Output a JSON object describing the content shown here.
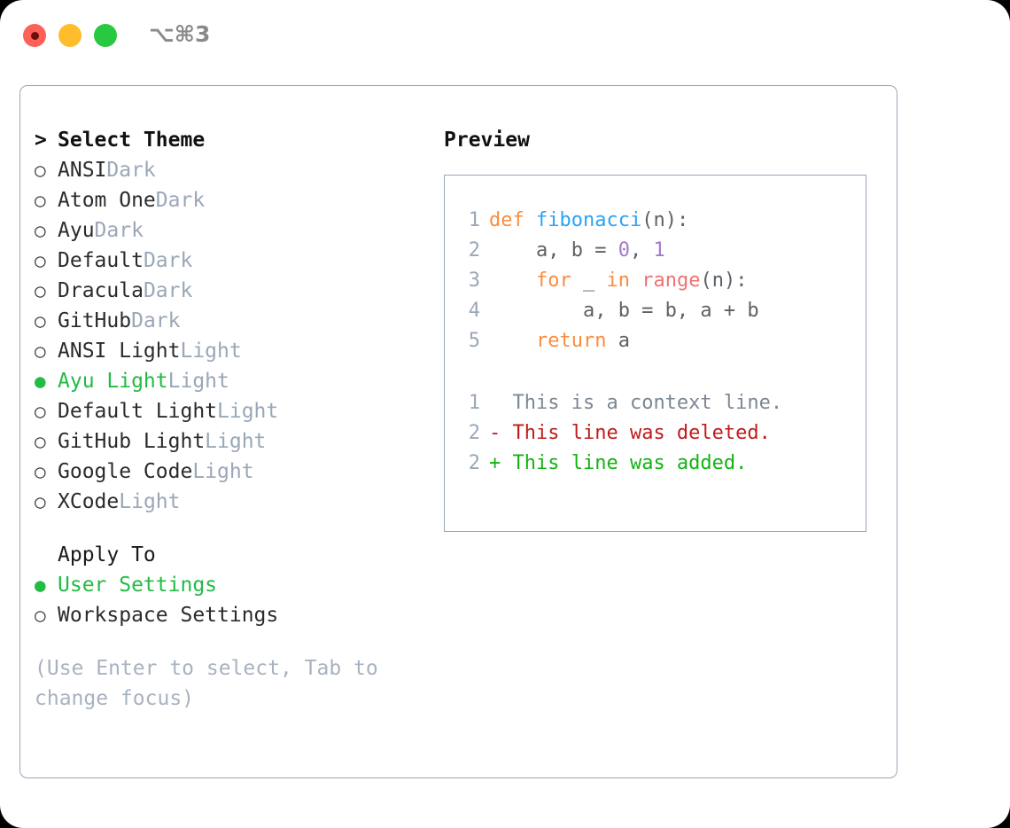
{
  "titlebar": {
    "shortcut": "⌥⌘3",
    "buttons": [
      {
        "name": "close",
        "color": "#ff6058"
      },
      {
        "name": "minimize",
        "color": "#ffbd2e"
      },
      {
        "name": "maximize",
        "color": "#28c840"
      }
    ]
  },
  "left": {
    "heading_marker": ">",
    "heading": "Select Theme",
    "themes": [
      {
        "marker": "○",
        "name": "ANSI",
        "kind": "Dark",
        "selected": false
      },
      {
        "marker": "○",
        "name": "Atom One",
        "kind": "Dark",
        "selected": false
      },
      {
        "marker": "○",
        "name": "Ayu",
        "kind": "Dark",
        "selected": false
      },
      {
        "marker": "○",
        "name": "Default",
        "kind": "Dark",
        "selected": false
      },
      {
        "marker": "○",
        "name": "Dracula",
        "kind": "Dark",
        "selected": false
      },
      {
        "marker": "○",
        "name": "GitHub",
        "kind": "Dark",
        "selected": false
      },
      {
        "marker": "○",
        "name": "ANSI Light",
        "kind": "Light",
        "selected": false
      },
      {
        "marker": "●",
        "name": "Ayu Light",
        "kind": "Light",
        "selected": true
      },
      {
        "marker": "○",
        "name": "Default Light",
        "kind": "Light",
        "selected": false
      },
      {
        "marker": "○",
        "name": "GitHub Light",
        "kind": "Light",
        "selected": false
      },
      {
        "marker": "○",
        "name": "Google Code",
        "kind": "Light",
        "selected": false
      },
      {
        "marker": "○",
        "name": "XCode",
        "kind": "Light",
        "selected": false
      }
    ],
    "apply_to_label": "Apply To",
    "apply_to": [
      {
        "marker": "●",
        "label": "User Settings",
        "selected": true
      },
      {
        "marker": "○",
        "label": "Workspace Settings",
        "selected": false
      }
    ],
    "hint": "(Use Enter to select, Tab to change focus)"
  },
  "preview": {
    "title": "Preview",
    "code_lines": [
      {
        "no": "1",
        "tokens": [
          {
            "t": "def ",
            "c": "kw"
          },
          {
            "t": "fibonacci",
            "c": "fn"
          },
          {
            "t": "(n):",
            "c": "punct"
          }
        ]
      },
      {
        "no": "2",
        "tokens": [
          {
            "t": "    a, b = ",
            "c": "plain"
          },
          {
            "t": "0",
            "c": "num"
          },
          {
            "t": ", ",
            "c": "plain"
          },
          {
            "t": "1",
            "c": "num"
          }
        ]
      },
      {
        "no": "3",
        "tokens": [
          {
            "t": "    ",
            "c": "plain"
          },
          {
            "t": "for",
            "c": "kw"
          },
          {
            "t": " _ ",
            "c": "plain"
          },
          {
            "t": "in",
            "c": "kw"
          },
          {
            "t": " ",
            "c": "plain"
          },
          {
            "t": "range",
            "c": "call"
          },
          {
            "t": "(n):",
            "c": "punct"
          }
        ]
      },
      {
        "no": "4",
        "tokens": [
          {
            "t": "        a, b = b, a + b",
            "c": "plain"
          }
        ]
      },
      {
        "no": "5",
        "tokens": [
          {
            "t": "    ",
            "c": "plain"
          },
          {
            "t": "return",
            "c": "kw"
          },
          {
            "t": " a",
            "c": "plain"
          }
        ]
      }
    ],
    "diff_lines": [
      {
        "no": "1",
        "sign": "  ",
        "text": "This is a context line.",
        "kind": "ctx"
      },
      {
        "no": "2",
        "sign": "- ",
        "text": "This line was deleted.",
        "kind": "del"
      },
      {
        "no": "2",
        "sign": "+ ",
        "text": "This line was added.",
        "kind": "add"
      }
    ]
  },
  "colors": {
    "accent_green": "#22bb44",
    "muted": "#9aa7b8",
    "keyword": "#fa8d3e",
    "function": "#29a3f5",
    "number": "#a37acc",
    "call": "#f07171",
    "diff_add": "#12b412",
    "diff_del": "#c01c1c"
  }
}
